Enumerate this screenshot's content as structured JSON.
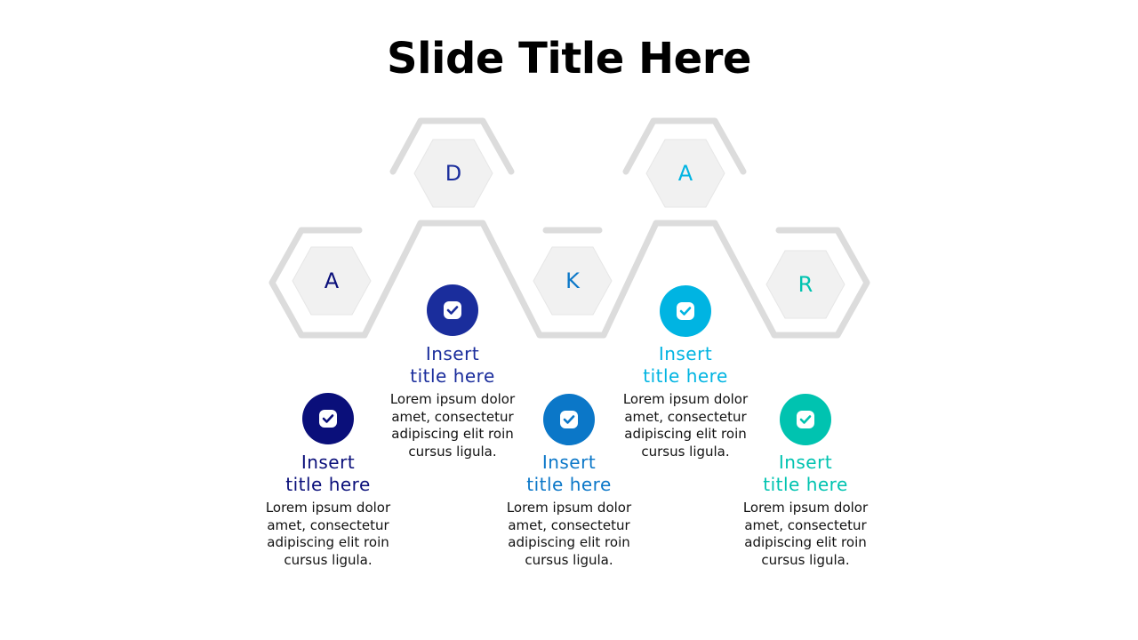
{
  "slide": {
    "title": "Slide Title Here"
  },
  "colors": {
    "frame": "#dcdcdc",
    "hex_fill": "#f1f1f1",
    "step1": "#0a0f7a",
    "step2": "#1a2d9c",
    "step3": "#0b77c8",
    "step4": "#00b4e2",
    "step5": "#00c3b0"
  },
  "steps": [
    {
      "letter": "A",
      "title": "Insert\ntitle here",
      "description": "Lorem ipsum dolor amet, consectetur adipiscing elit roin cursus ligula.",
      "icon": "check-square-icon"
    },
    {
      "letter": "D",
      "title": "Insert\ntitle here",
      "description": "Lorem ipsum dolor amet, consectetur adipiscing elit roin cursus ligula.",
      "icon": "check-square-icon"
    },
    {
      "letter": "K",
      "title": "Insert\ntitle here",
      "description": "Lorem ipsum dolor amet, consectetur adipiscing elit roin cursus ligula.",
      "icon": "check-square-icon"
    },
    {
      "letter": "A",
      "title": "Insert\ntitle here",
      "description": "Lorem ipsum dolor amet, consectetur adipiscing elit roin cursus ligula.",
      "icon": "check-square-icon"
    },
    {
      "letter": "R",
      "title": "Insert\ntitle here",
      "description": "Lorem ipsum dolor amet, consectetur adipiscing elit roin cursus ligula.",
      "icon": "check-square-icon"
    }
  ]
}
